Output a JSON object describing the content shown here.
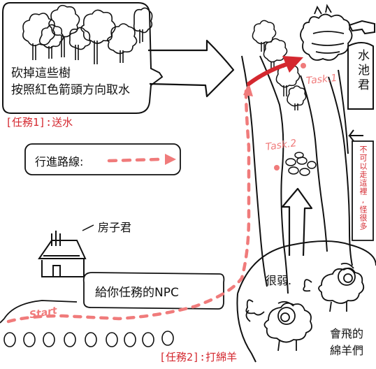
{
  "speech_bubble": {
    "line1": "砍掉這些樹",
    "line2": "按照紅色箭頭方向取水"
  },
  "mission1": {
    "tag": "[任務1]",
    "text": ":送水"
  },
  "route_legend": {
    "label": "行進路線:"
  },
  "house": {
    "label": "房子君"
  },
  "npc_box": {
    "label": "給你任務的NPC"
  },
  "pond": {
    "label": "水池君"
  },
  "warning": {
    "text": "不可以走這裡,怪很多"
  },
  "markers": {
    "task1": "Task.1",
    "task2": "Task.2",
    "start": "Start"
  },
  "sheep": {
    "weak": "很弱.",
    "flying_line1": "會飛的",
    "flying_line2": "綿羊們"
  },
  "mission2": {
    "tag": "[任務2]",
    "text": ":打綿羊"
  },
  "colors": {
    "route": "#f07b7b",
    "quest_red": "#d4282f",
    "ink": "#111111"
  }
}
